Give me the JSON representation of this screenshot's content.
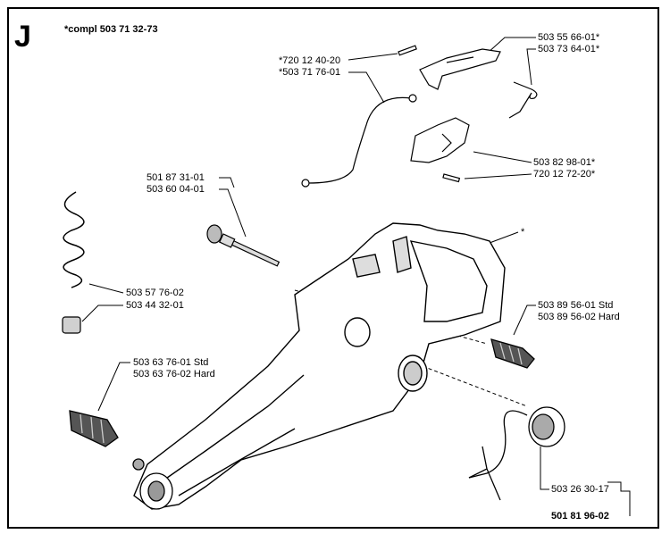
{
  "header": {
    "section_letter": "J",
    "compl_note": "*compl 503 71 32-73"
  },
  "labels": {
    "l_720_12_40_20": "*720 12 40-20",
    "l_503_71_76_01": "*503 71 76-01",
    "l_503_55_66_01": "503 55 66-01*",
    "l_503_73_64_01": "503 73 64-01*",
    "l_503_82_98_01": "503 82 98-01*",
    "l_720_12_72_20": "720 12 72-20*",
    "l_501_87_31_01": "501 87 31-01",
    "l_503_60_04_01": "503 60 04-01",
    "l_star": "*",
    "l_503_57_76_02": "503 57 76-02",
    "l_503_44_32_01": "503 44 32-01",
    "l_503_89_56_01": "503 89 56-01 Std",
    "l_503_89_56_02": "503 89 56-02 Hard",
    "l_503_63_76_01": "503 63 76-01 Std",
    "l_503_63_76_02": "503 63 76-02 Hard",
    "l_503_26_30_17": "503 26 30-17",
    "l_501_81_96_02": "501 81 96-02"
  },
  "colors": {
    "line": "#000000",
    "part_fill": "#ffffff",
    "shade": "#b0b0b0"
  }
}
